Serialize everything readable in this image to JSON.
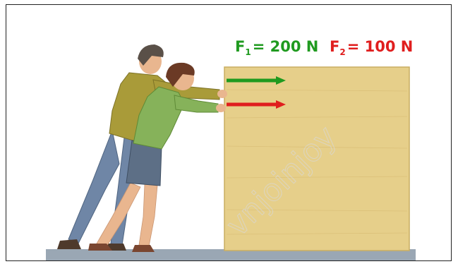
{
  "forces": {
    "f1": {
      "symbol": "F",
      "subscript": "1",
      "value_text": "= 200 N",
      "newtons": 200,
      "color": "#1f9a1f"
    },
    "f2": {
      "symbol": "F",
      "subscript": "2",
      "value_text": "= 100 N",
      "newtons": 100,
      "color": "#e01e1e"
    }
  },
  "colors": {
    "crate": "#e6cf8a",
    "floor": "#9aa7b4",
    "man_shirt": "#a99b39",
    "woman_shirt": "#86b25a",
    "jeans": "#6f86a6",
    "skirt": "#5d6f86",
    "skin": "#e9b68f",
    "hair_man": "#5a5048",
    "hair_woman": "#6b3a25"
  },
  "watermark_text": "vnjoinjoy"
}
